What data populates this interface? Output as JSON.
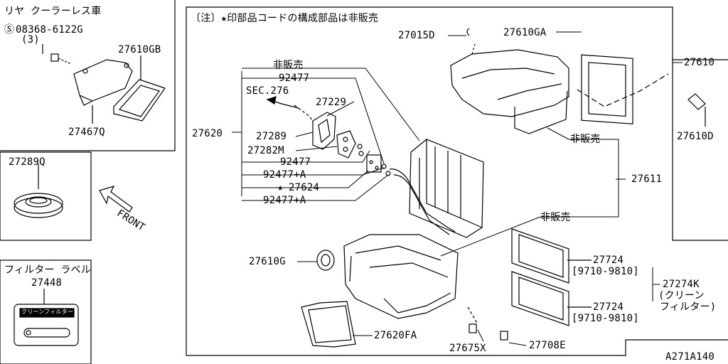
{
  "note": "〔注〕★印部品コードの構成部品は非販売",
  "diagram_code": "A271A140",
  "panels": {
    "rear_cooler": {
      "title": "リヤ クーラーレス車",
      "bolt_code": "08368-6122G",
      "bolt_qty": "(3)",
      "part_cover": "27610GB",
      "part_bracket": "27467Q"
    },
    "grommet": {
      "title": "27289Q"
    },
    "filter_label": {
      "title": "フィルター ラベル",
      "part": "27448",
      "label_text": "クリーンフィルター"
    },
    "front": "FRONT"
  },
  "callouts": {
    "p27015D": "27015D",
    "p27610GA": "27610GA",
    "p27610": "27610",
    "p27610D": "27610D",
    "hihanbai1": "非販売",
    "p92477_top": "92477",
    "sec276": "SEC.276",
    "p27229": "27229",
    "p27620": "27620",
    "p27289": "27289",
    "p27282M": "27282M",
    "p92477_a": "92477",
    "p92477A_1": "92477+A",
    "p27624": "27624",
    "p92477A_2": "92477+A",
    "hihanbai2": "非販売",
    "p27611": "27611",
    "hihanbai3": "非販売",
    "p27610G": "27610G",
    "p27724_1": "27724",
    "range1": "[9710-9810]",
    "p27274K": "27274K",
    "clean1": "(クリーン",
    "clean2": "フィルター)",
    "p27724_2": "27724",
    "range2": "[9710-9810]",
    "p27620FA": "27620FA",
    "p27675X": "27675X",
    "p27708E": "27708E"
  }
}
